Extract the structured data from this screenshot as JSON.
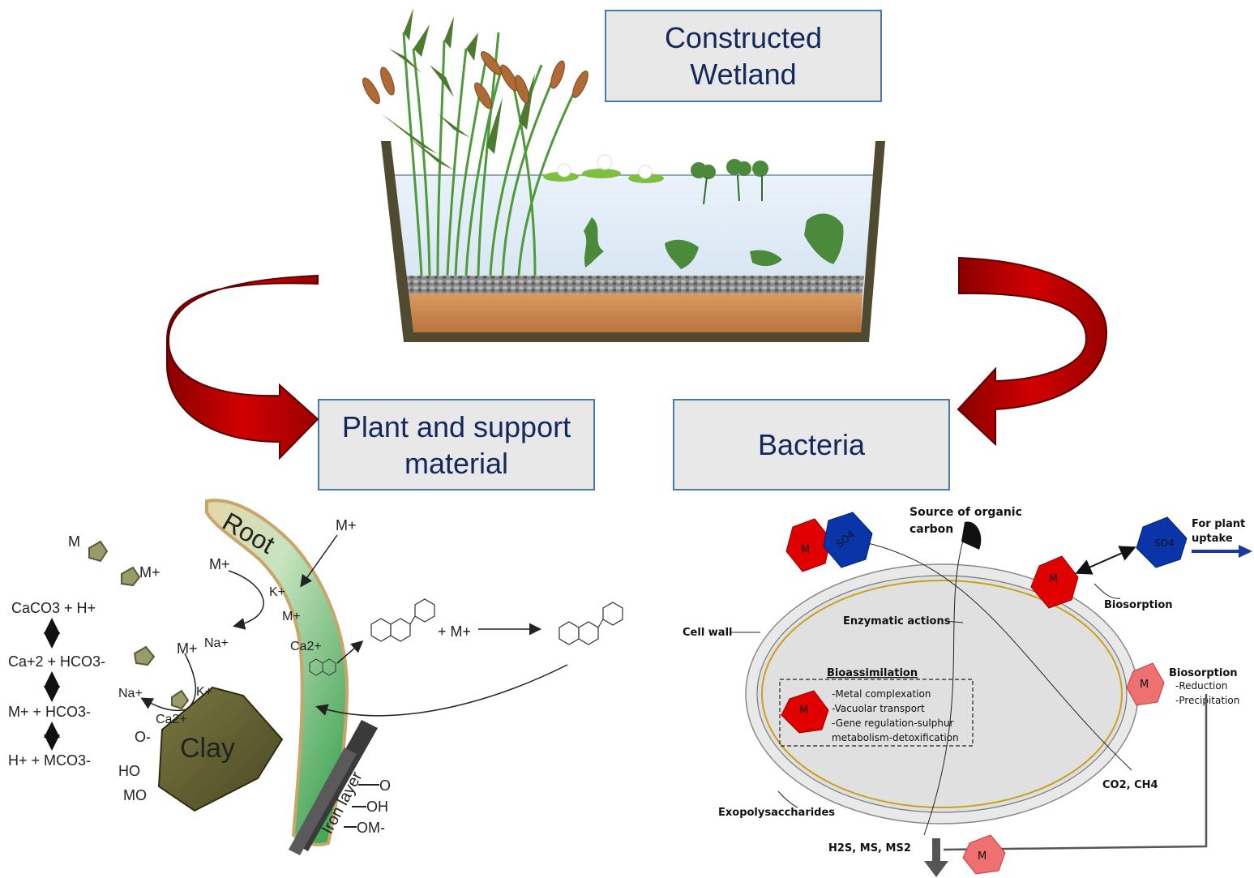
{
  "titles": {
    "wetland_line1": "Constructed",
    "wetland_line2": "Wetland",
    "plant_line1": "Plant and support",
    "plant_line2": "material",
    "bacteria": "Bacteria"
  },
  "root_panel": {
    "root": "Root",
    "clay": "Clay",
    "iron_layer": "Iron layer",
    "m_free": "M",
    "m_plus": "M+",
    "root_k": "K+",
    "root_m": "M+",
    "root_ca": "Ca2+",
    "na": "Na+",
    "clay_na": "Na+",
    "clay_k": "K+",
    "clay_ca": "Ca2+",
    "clay_o": "O-",
    "clay_ho": "HO",
    "clay_mo": "MO",
    "iron_o": "O",
    "iron_oh": "OH",
    "iron_om": "OM-",
    "plus_m": "+ M+",
    "eq1": "CaCO3 + H+",
    "eq2": "Ca+2 + HCO3-",
    "eq3": "M+ + HCO3-",
    "eq4": "H+ + MCO3-"
  },
  "bacteria_panel": {
    "source_carbon_1": "Source of organic",
    "source_carbon_2": "carbon",
    "for_plant_1": "For plant",
    "for_plant_2": "uptake",
    "biosorption_top": "Biosorption",
    "cell_wall": "Cell wall",
    "enzymatic": "Enzymatic actions",
    "bioassimilation": "Bioassimilation",
    "bio_items": [
      "-Metal complexation",
      "-Vacuolar transport",
      "-Gene regulation-sulphur",
      "metabolism-detoxification"
    ],
    "biosorption_right": "Biosorption",
    "reduction": "-Reduction",
    "precipitation": "-Precipitation",
    "co2": "CO2, CH4",
    "exopoly": "Exopolysaccharides",
    "h2s": "H2S, MS, MS2",
    "m": "M",
    "so4": "SO4"
  },
  "colors": {
    "title_text": "#13285c",
    "box_border": "#4a7aa8",
    "box_fill": "#e8e8e8",
    "arrow_red": "#c00000",
    "metal_red": "#e00000",
    "metal_pink": "#ef7070",
    "sulfate_blue": "#0a35a8",
    "root_green": "#3aa64a",
    "clay_olive": "#5c5a2c"
  }
}
